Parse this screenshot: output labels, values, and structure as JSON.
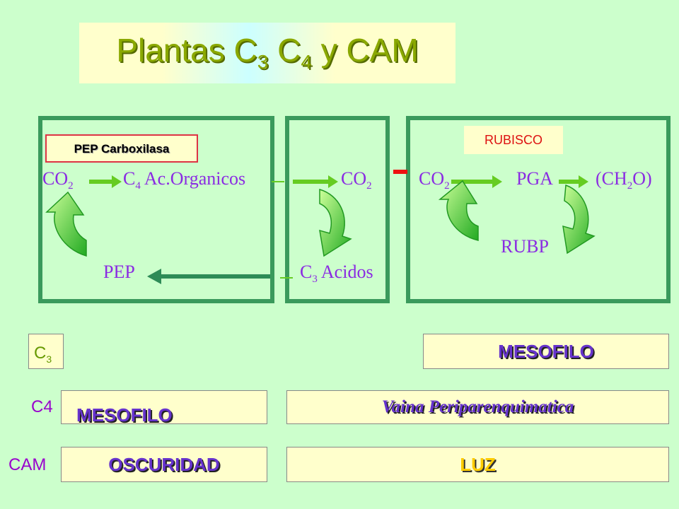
{
  "title": {
    "prefix": "Plantas C",
    "sub1": "3",
    "mid": " C",
    "sub2": "4",
    "suffix": " y CAM"
  },
  "diagram": {
    "pep_enzyme": "PEP Carboxilasa",
    "rubisco": "RUBISCO",
    "co2_left": {
      "main": "CO",
      "sub": "2"
    },
    "c4_acids": {
      "pre": "C",
      "sub": "4",
      "post": " Ac.Organicos"
    },
    "co2_mid": {
      "main": "CO",
      "sub": "2"
    },
    "co2_right": {
      "main": "CO",
      "sub": "2"
    },
    "pga": "PGA",
    "ch2o": {
      "pre": "(CH",
      "sub": "2",
      "post": "O)"
    },
    "rubp": "RUBP",
    "pep": "PEP",
    "c3_acids": {
      "pre": "C",
      "sub": "3",
      "post": " Acidos"
    }
  },
  "rows": {
    "c3": {
      "label": "C",
      "label_sub": "3",
      "right": "MESOFILO"
    },
    "c4": {
      "label": "C4",
      "left": "MESOFILO",
      "right": "Vaina Periparenquimatica"
    },
    "cam": {
      "label": "CAM",
      "left": "OSCURIDAD",
      "right": "LUZ"
    }
  },
  "colors": {
    "box_border": "#3a9a5c",
    "text": "#8a2be2",
    "arrow_green": "#33cc33",
    "dark_arrow": "#2e8b57"
  }
}
